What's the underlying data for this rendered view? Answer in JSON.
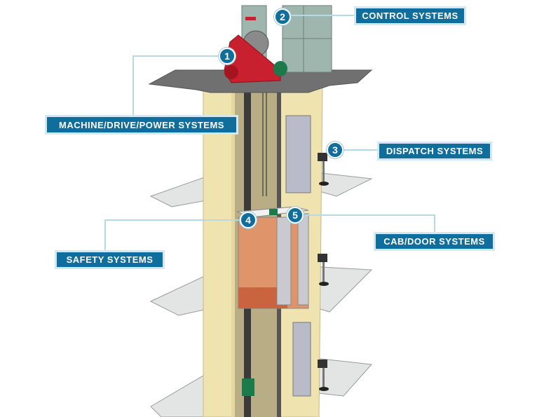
{
  "callouts": [
    {
      "number": "1",
      "label": "MACHINE/DRIVE/POWER SYSTEMS"
    },
    {
      "number": "2",
      "label": "CONTROL SYSTEMS"
    },
    {
      "number": "3",
      "label": "DISPATCH SYSTEMS"
    },
    {
      "number": "4",
      "label": "SAFETY SYSTEMS"
    },
    {
      "number": "5",
      "label": "CAB/DOOR SYSTEMS"
    }
  ],
  "colors": {
    "label_bg": "#0f6e9c",
    "leader_line": "#b9d8e6",
    "shaft": "#efe3b0",
    "machine": "#c8202e",
    "cab": "#e0946a"
  }
}
